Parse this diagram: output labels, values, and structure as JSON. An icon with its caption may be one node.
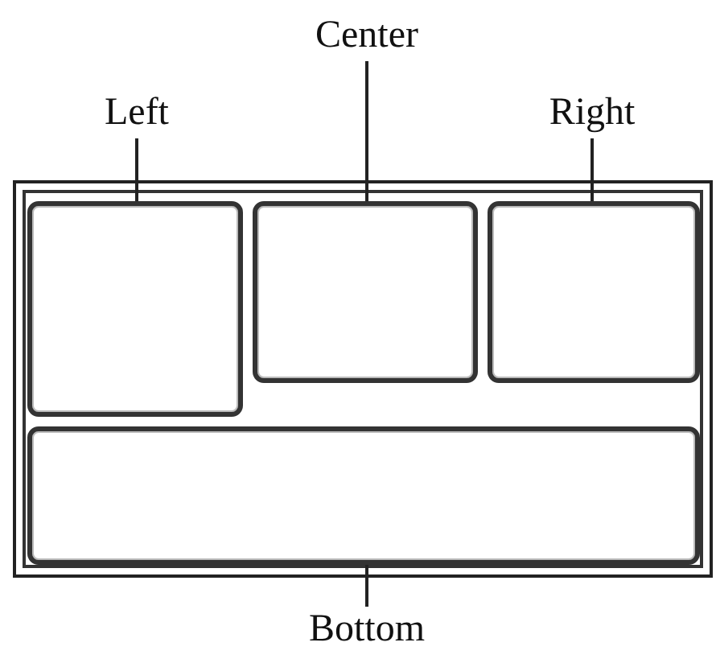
{
  "diagram": {
    "nodes": [
      {
        "text": [
          "Center"
        ]
      },
      {
        "text": [
          "Left"
        ]
      },
      {
        "text": [
          "Right"
        ]
      },
      {
        "text": [],
        "shape": "box"
      },
      {
        "text": [],
        "shape": "box",
        "in": 3
      },
      {
        "text": [],
        "shape": "box",
        "in": 3
      },
      {
        "text": [],
        "shape": "box",
        "in": 3
      },
      {
        "text": [],
        "shape": "box",
        "in": 3
      },
      {
        "text": [
          "Bottom"
        ]
      }
    ],
    "edges": [
      {
        "from": 1,
        "to": 4,
        "arrow": "none"
      },
      {
        "from": 0,
        "to": 5,
        "arrow": "none"
      },
      {
        "from": 2,
        "to": 6,
        "arrow": "none"
      },
      {
        "from": 8,
        "to": 7,
        "arrow": "none"
      }
    ]
  }
}
